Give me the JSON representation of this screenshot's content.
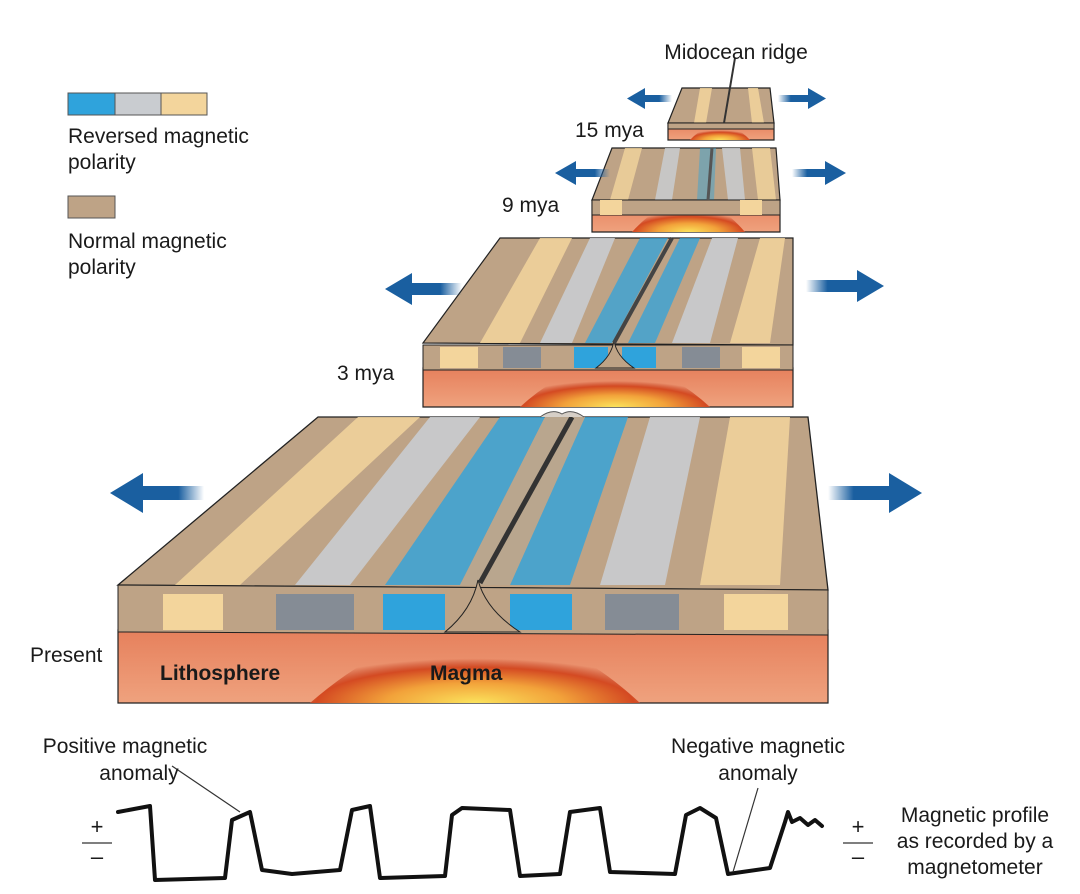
{
  "legend": {
    "reversed_label_line1": "Reversed magnetic",
    "reversed_label_line2": "polarity",
    "normal_label_line1": "Normal magnetic",
    "normal_label_line2": "polarity"
  },
  "labels": {
    "ridge": "Midocean ridge",
    "t15": "15 mya",
    "t9": "9 mya",
    "t3": "3 mya",
    "present": "Present",
    "lithosphere": "Lithosphere",
    "magma": "Magma",
    "positive_line1": "Positive magnetic",
    "positive_line2": "anomaly",
    "negative_line1": "Negative magnetic",
    "negative_line2": "anomaly",
    "profile_line1": "Magnetic profile",
    "profile_line2": "as recorded by a",
    "profile_line3": "magnetometer",
    "plus": "+",
    "minus": "–"
  },
  "colors": {
    "reversed_blue": "#2fa3dc",
    "reversed_gray": "#c9ccd0",
    "reversed_cream": "#f3d59c",
    "normal_tan": "#bea386",
    "crust_red": "#e07a55",
    "magma_core": "#f7d24a",
    "arrow_blue": "#1a5fa0"
  }
}
